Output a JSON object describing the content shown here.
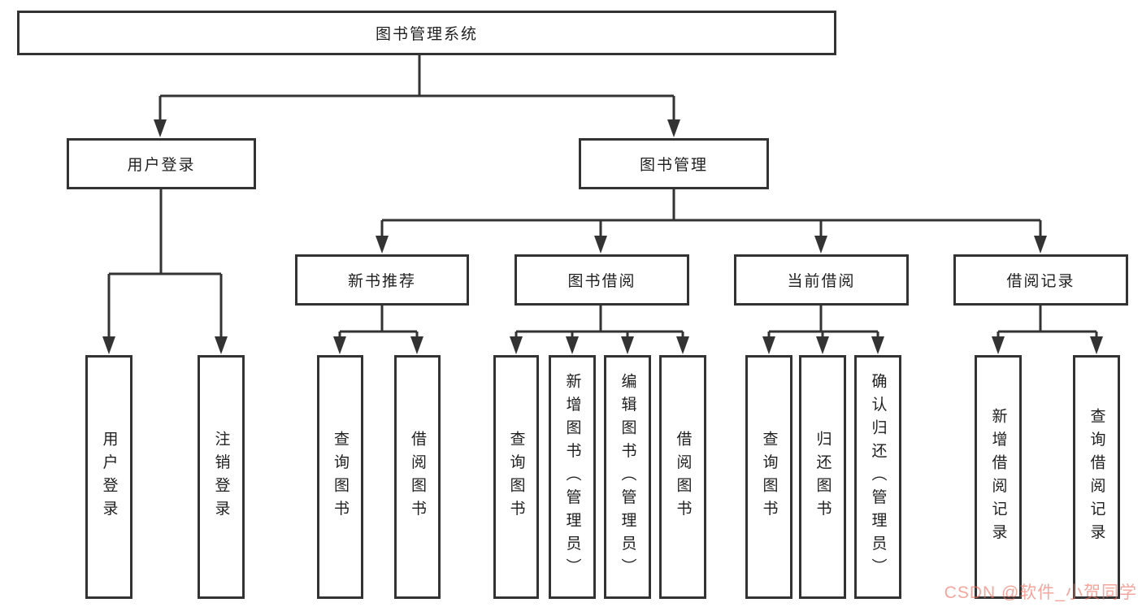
{
  "colors": {
    "line": "#333333",
    "text": "#1f1f1f",
    "watermark": "rgba(242,110,95,0.62)"
  },
  "watermark": {
    "text": "CSDN @软件_小贺同学"
  },
  "tree": {
    "root": {
      "label": "图书管理系统",
      "children": [
        {
          "label": "用户登录",
          "children": [
            {
              "label": "用户登录"
            },
            {
              "label": "注销登录"
            }
          ]
        },
        {
          "label": "图书管理",
          "children": [
            {
              "label": "新书推荐",
              "children": [
                {
                  "label": "查询图书"
                },
                {
                  "label": "借阅图书"
                }
              ]
            },
            {
              "label": "图书借阅",
              "children": [
                {
                  "label": "查询图书"
                },
                {
                  "label": "新增图书（管理员）"
                },
                {
                  "label": "编辑图书（管理员）"
                },
                {
                  "label": "借阅图书"
                }
              ]
            },
            {
              "label": "当前借阅",
              "children": [
                {
                  "label": "查询图书"
                },
                {
                  "label": "归还图书"
                },
                {
                  "label": "确认归还（管理员）"
                }
              ]
            },
            {
              "label": "借阅记录",
              "children": [
                {
                  "label": "新增借阅记录"
                },
                {
                  "label": "查询借阅记录"
                }
              ]
            }
          ]
        }
      ]
    }
  }
}
